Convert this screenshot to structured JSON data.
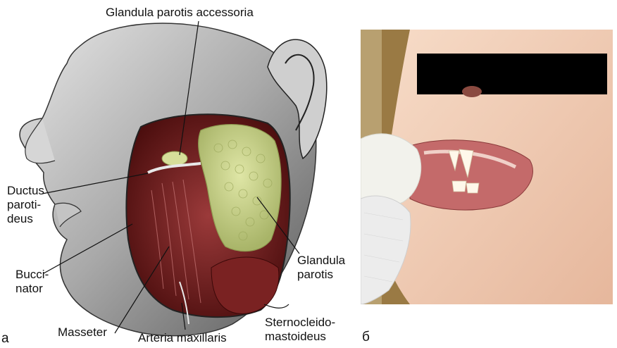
{
  "panels": {
    "a_letter": "а",
    "b_letter": "б"
  },
  "labels": {
    "glandula_parotis_accessoria": "Glandula parotis accessoria",
    "ductus_l1": "Ductus",
    "ductus_l2": "paroti-",
    "ductus_l3": "deus",
    "bucci_l1": "Bucci-",
    "bucci_l2": "nator",
    "masseter": "Masseter",
    "arteria": "Arteria maxillaris",
    "glandula_l1": "Glandula",
    "glandula_l2": "parotis",
    "sterno_l1": "Sternocleido-",
    "sterno_l2": "mastoideus"
  },
  "colors": {
    "muscle": "#6e1a1a",
    "muscle_light": "#9b3a3a",
    "gland": "#c9d48c",
    "gland_dark": "#a8b468",
    "skin_gray": "#b9b9b9",
    "photo_bg": "#9a7a44",
    "skin": "#f1cdb8",
    "censor_bar": "#000000"
  }
}
